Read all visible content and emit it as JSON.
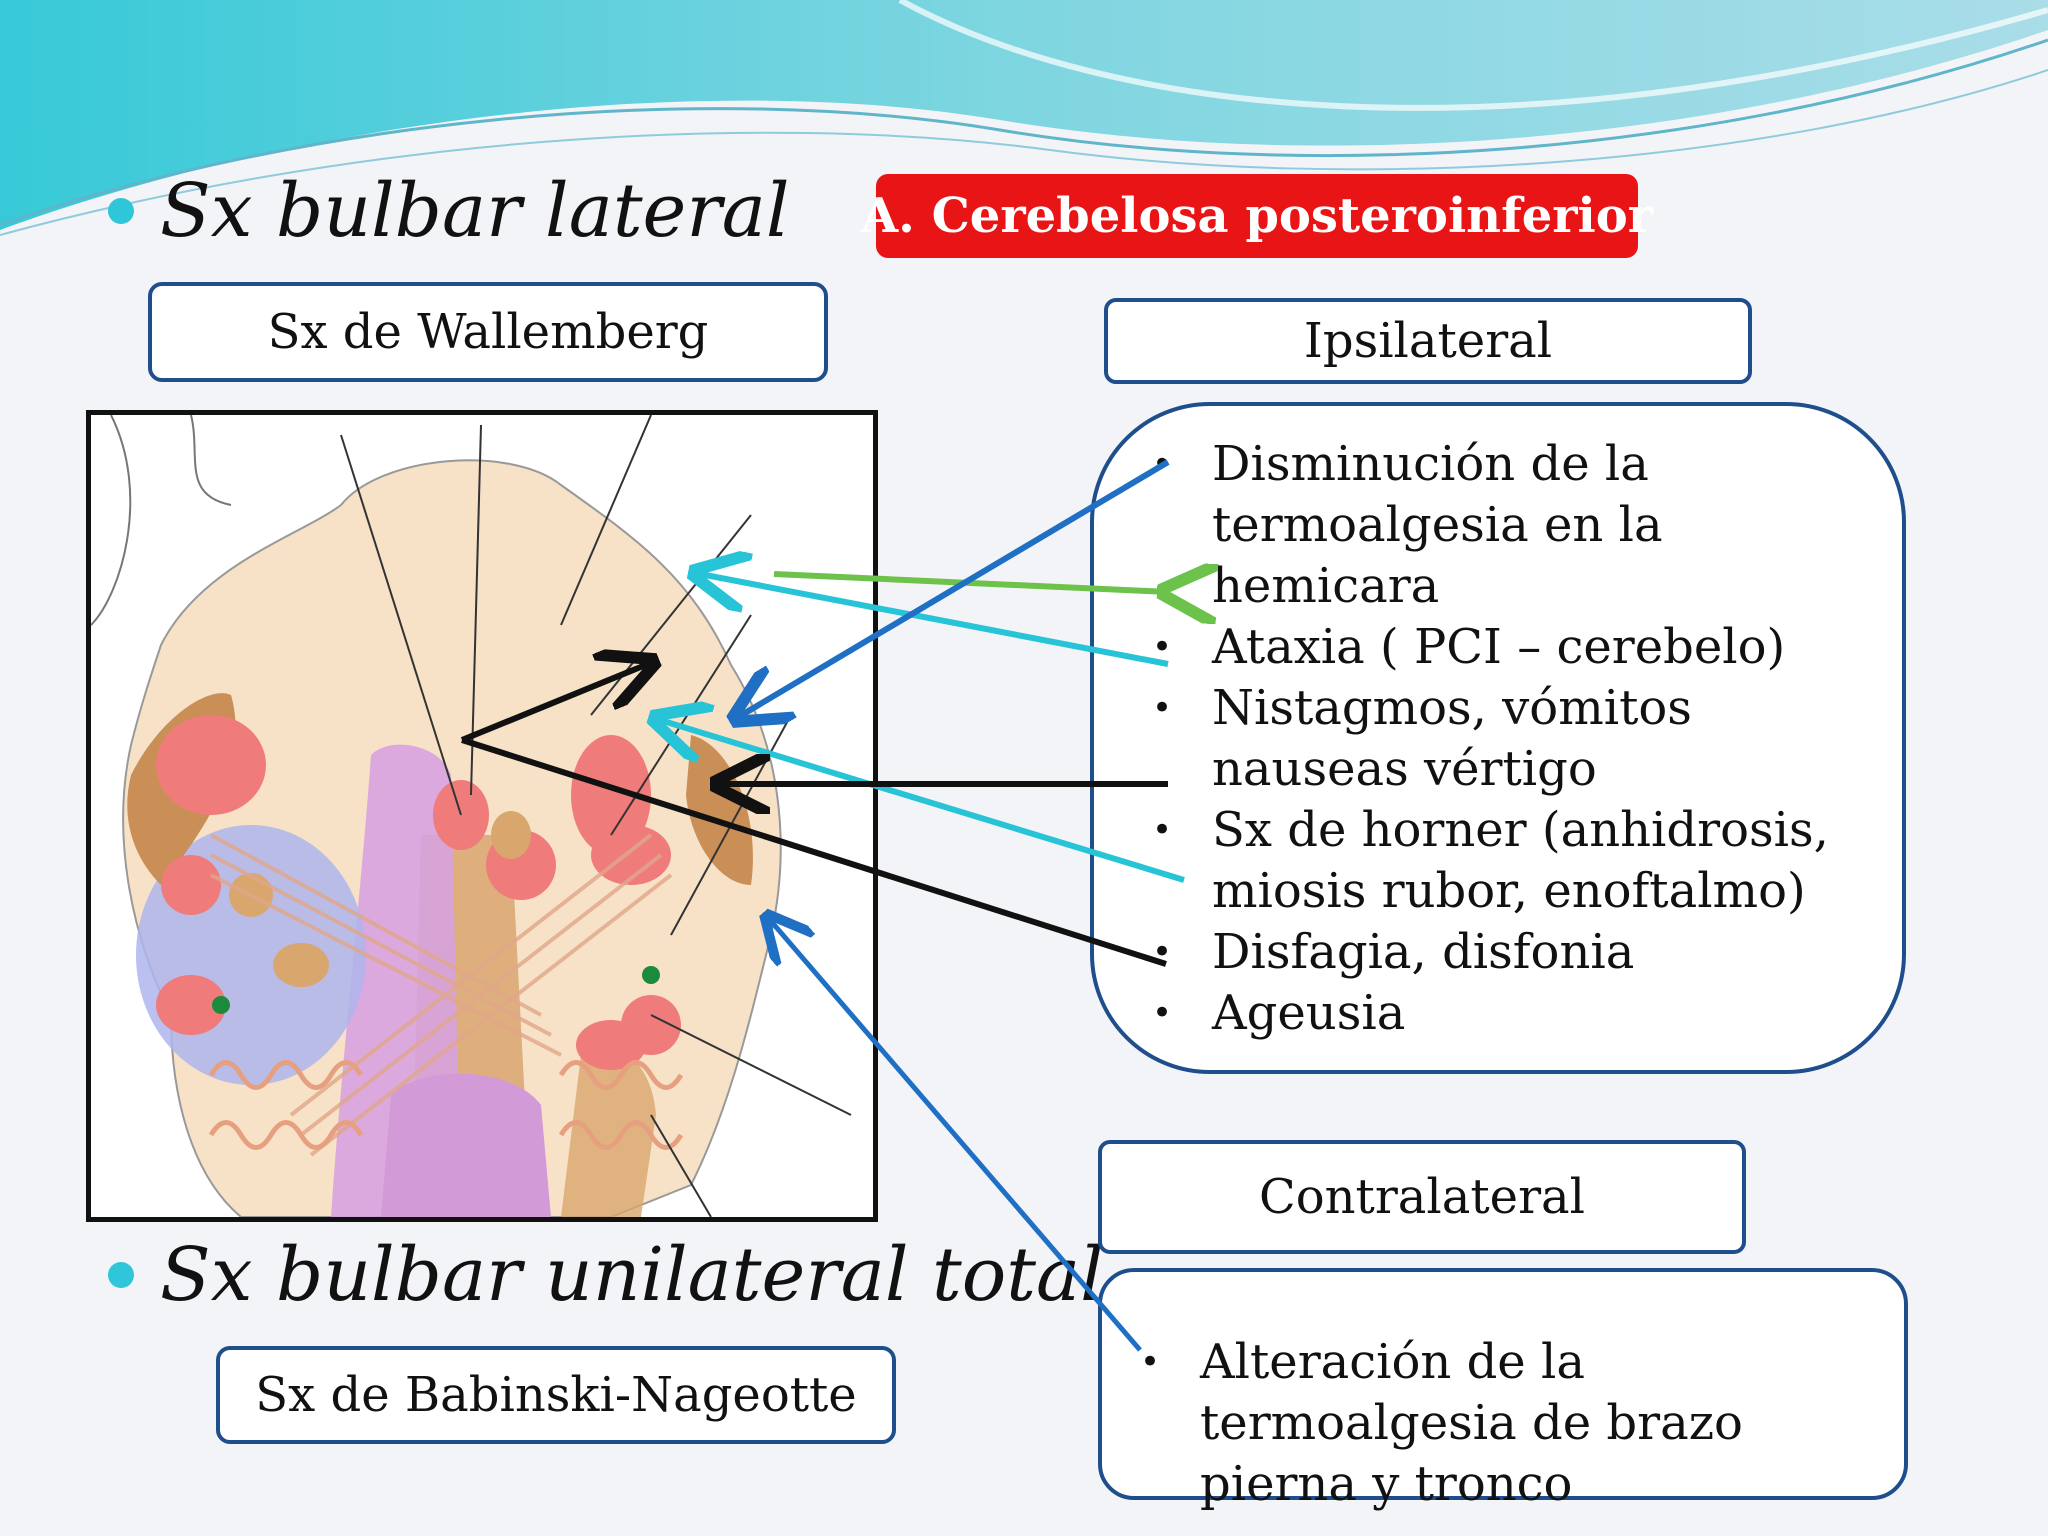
{
  "headings": {
    "lateral": "Sx bulbar lateral",
    "total": "Sx bulbar unilateral total"
  },
  "artery_badge": "A. Cerebelosa posteroinferior",
  "syndrome_boxes": {
    "wallemberg": "Sx de Wallemberg",
    "babinski": "Sx de Babinski-Nageotte"
  },
  "ipsilateral": {
    "title": "Ipsilateral",
    "items": [
      "Disminución de la termoalgesia en la hemicara",
      "Ataxia ( PCI – cerebelo)",
      "Nistagmos, vómitos nauseas vértigo",
      "Sx de horner (anhidrosis, miosis rubor, enoftalmo)",
      "Disfagia, disfonia",
      "Ageusia"
    ]
  },
  "contralateral": {
    "title": "Contralateral",
    "items": [
      "Alteración de la termoalgesia de  brazo pierna y tronco"
    ]
  },
  "colors": {
    "badge_red": "#e81416",
    "box_border": "#1f4e8c",
    "bullet_teal": "#2ec6d8",
    "arrow_green": "#6cc24a",
    "arrow_cyan": "#27c3d6",
    "arrow_blue": "#1f6fc4",
    "arrow_black": "#111111"
  }
}
